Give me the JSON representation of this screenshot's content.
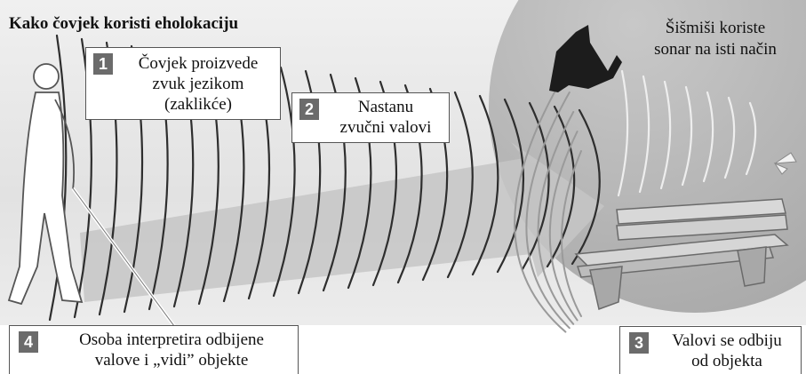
{
  "title": "Kako čovjek koristi eholokaciju",
  "bat_caption": [
    "Šišmiši koriste",
    "sonar na isti način"
  ],
  "steps": [
    {
      "number": "1",
      "lines": [
        "Čovjek proizvede",
        "zvuk jezikom",
        "(zaklikće)"
      ]
    },
    {
      "number": "2",
      "lines": [
        "Nastanu",
        "zvučni valovi"
      ]
    },
    {
      "number": "3",
      "lines": [
        "Valovi se odbiju",
        "od objekta"
      ]
    },
    {
      "number": "4",
      "lines": [
        "Osoba interpretira odbijene",
        "valove i „vidi” objekte"
      ]
    }
  ],
  "colors": {
    "background": "#e6e6e6",
    "arrow": "#c9c9c9",
    "wave": "#333333",
    "bat_circle": "#b9b9b9",
    "badge": "#6b6b6b"
  },
  "icons": [
    "walking-person-icon",
    "white-cane-icon",
    "bat-icon",
    "bench-icon",
    "moth-icon",
    "direction-arrow-icon"
  ]
}
